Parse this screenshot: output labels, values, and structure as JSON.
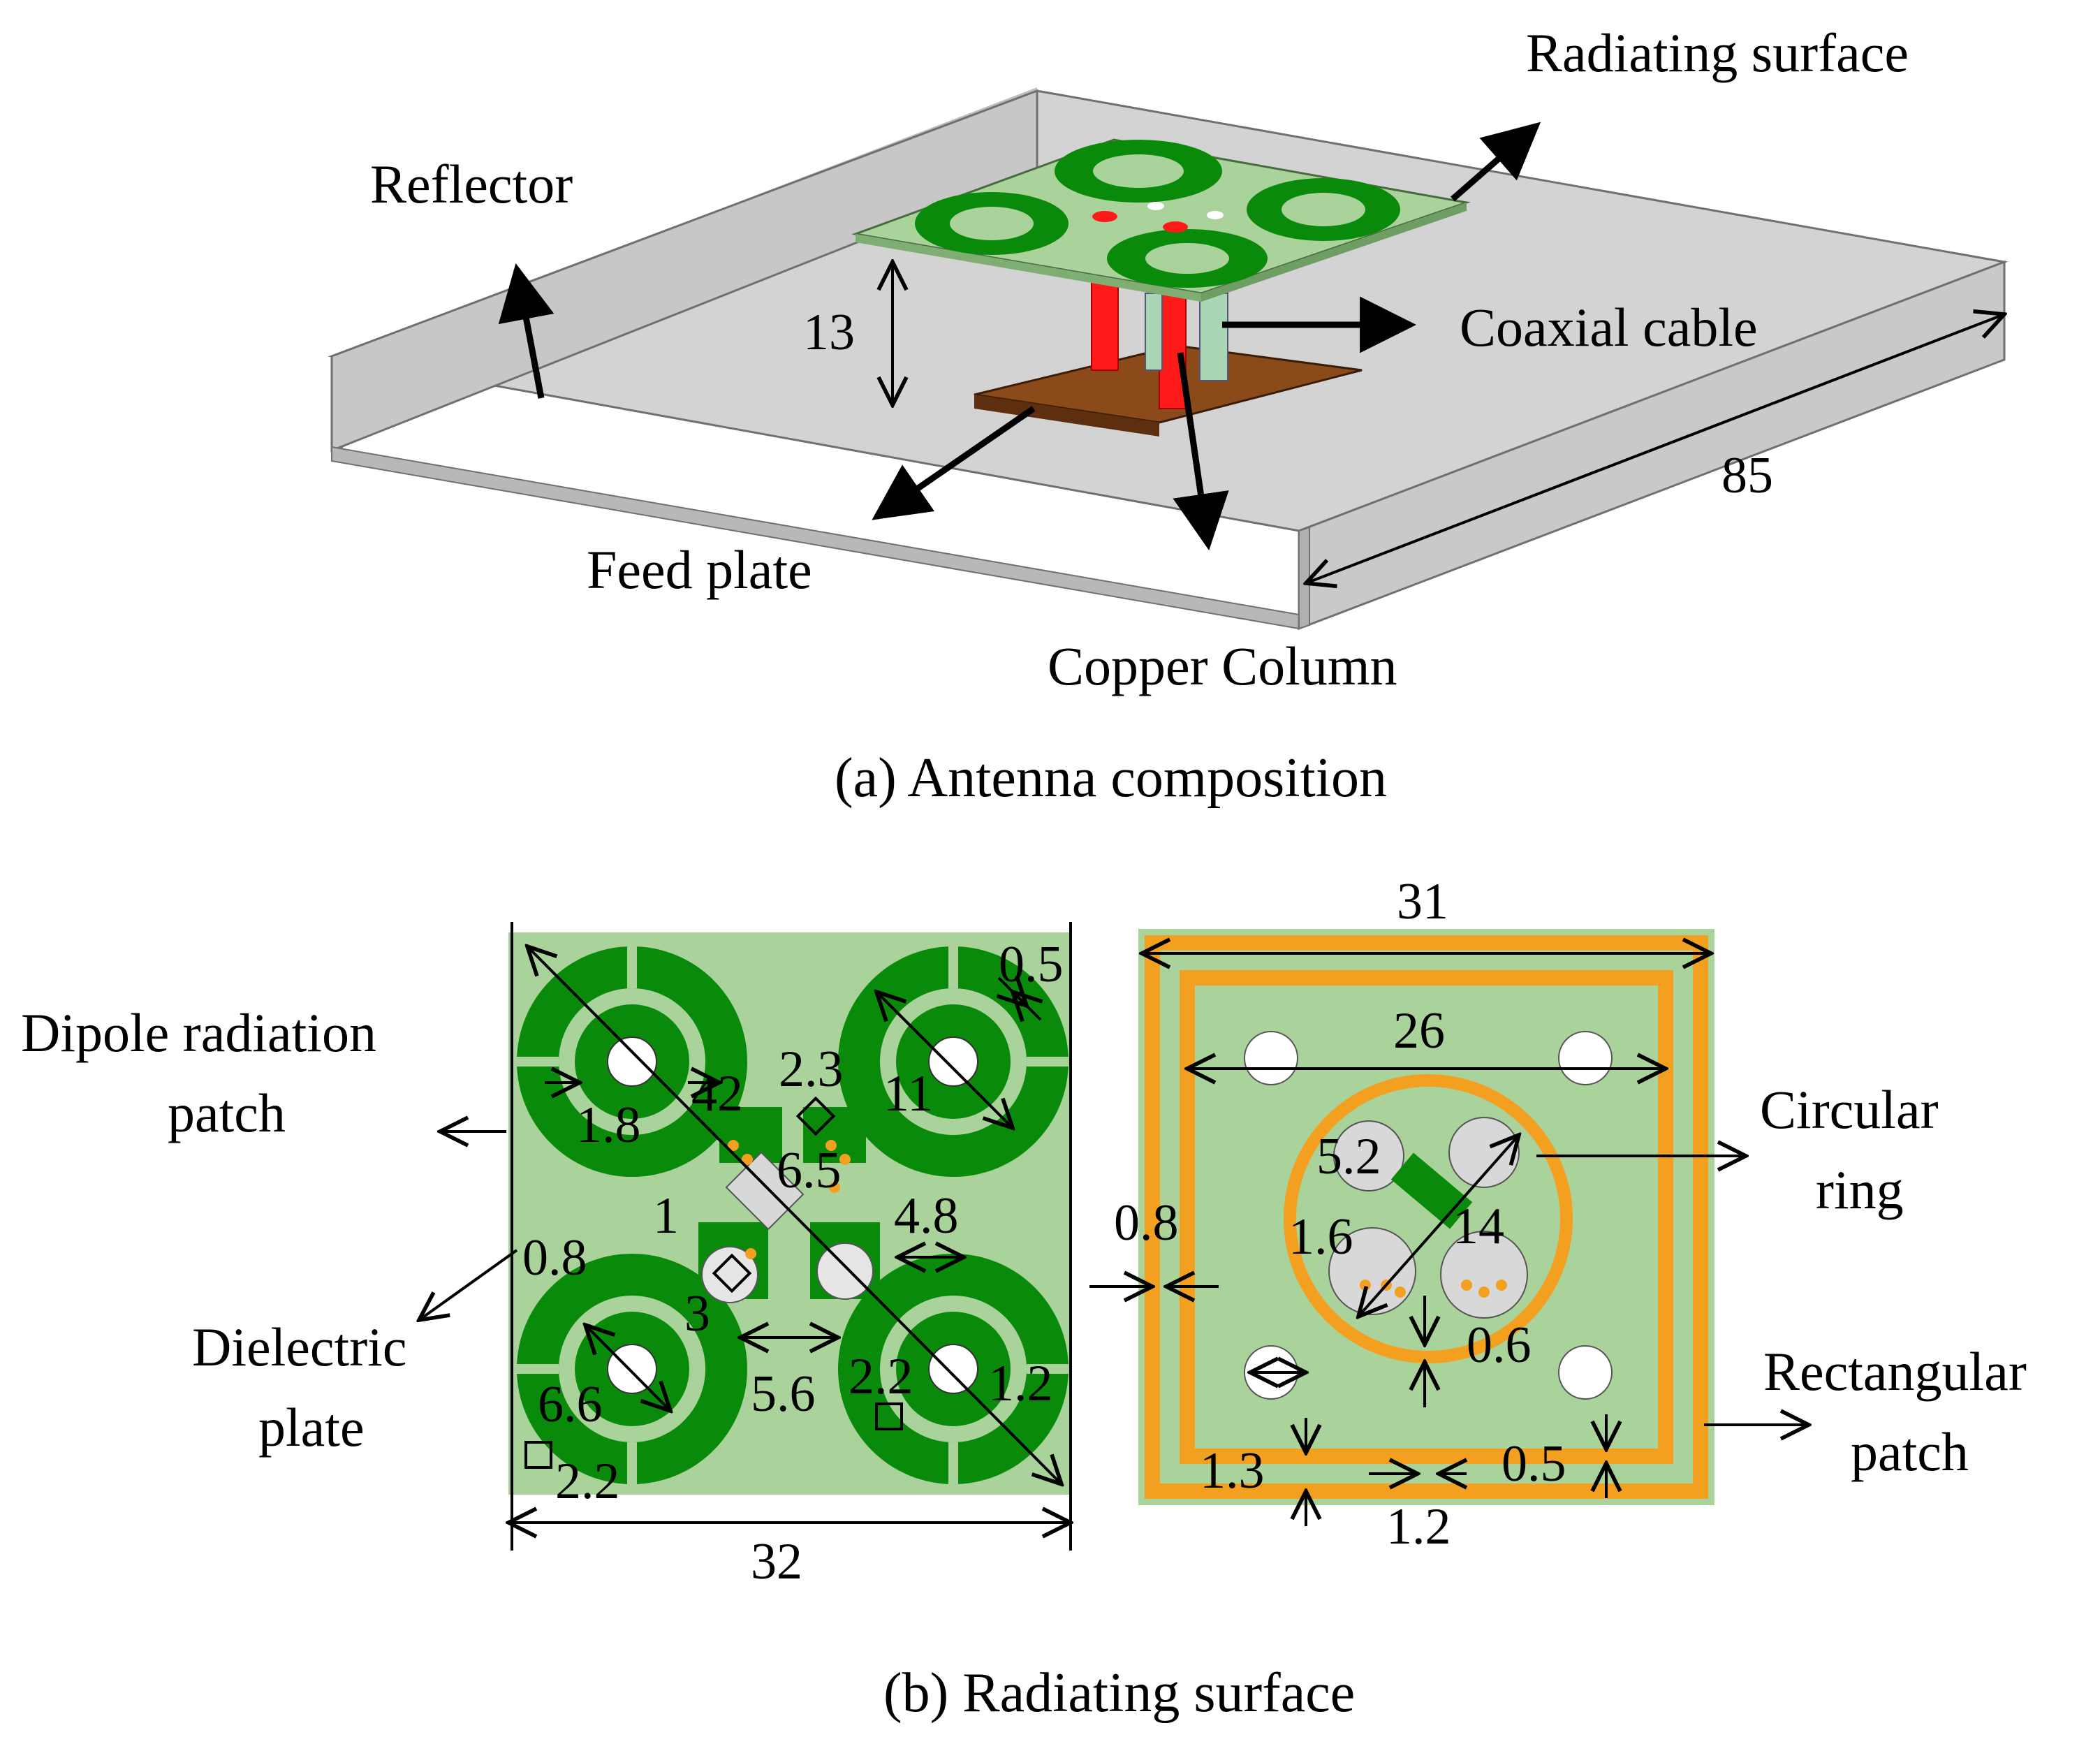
{
  "panel_a": {
    "caption": "(a) Antenna composition",
    "labels": {
      "radiating_surface": "Radiating surface",
      "reflector": "Reflector",
      "coaxial_cable": "Coaxial cable",
      "feed_plate": "Feed plate",
      "copper_column": "Copper Column"
    },
    "dimensions": {
      "height": "13",
      "length": "85"
    }
  },
  "panel_b": {
    "caption": "(b) Radiating surface",
    "left_labels": {
      "dipole_line1": "Dipole radiation",
      "dipole_line2": "patch",
      "dielectric_line1": "Dielectric",
      "dielectric_line2": "plate"
    },
    "right_labels": {
      "circular_line1": "Circular",
      "circular_line2": "ring",
      "rect_line1": "Rectangular",
      "rect_line2": "patch"
    },
    "left_dims": {
      "d0_5": "0.5",
      "d42": "42",
      "d2_3": "2.3",
      "d11": "11",
      "d1_8": "1.8",
      "d6_5": "6.5",
      "d1": "1",
      "d4_8": "4.8",
      "d0_8": "0.8",
      "d3": "3",
      "d6_6": "6.6",
      "d5_6": "5.6",
      "d2_2a": "2.2",
      "d1_2": "1.2",
      "d2_2b": "2.2",
      "d32": "32"
    },
    "right_dims": {
      "d31": "31",
      "d26": "26",
      "d5_2": "5.2",
      "d1_6": "1.6",
      "d14": "14",
      "d0_8": "0.8",
      "d0_6": "0.6",
      "d1_3": "1.3",
      "d0_5": "0.5",
      "d1_2": "1.2"
    }
  },
  "colors": {
    "dielectric": "#a9d39b",
    "copper_green": "#0a8a0a",
    "reflector": "#cfcfcf",
    "feed_plate": "#8b4a1a",
    "copper_column": "#ff1a1a",
    "ring_orange": "#f3a020"
  }
}
